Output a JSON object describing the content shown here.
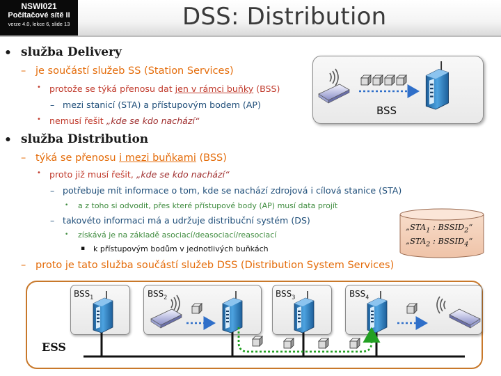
{
  "header": {
    "course_code": "NSWI021",
    "course_name": "Počítačové sítě II",
    "course_meta": "verze 4.0, lekce 6, slide 13",
    "title": "DSS: Distribution"
  },
  "bullets": {
    "b1": "služba Delivery",
    "b1_1": "je součástí služeb SS (Station Services)",
    "b1_1_1_pre": "protože se týká přenosu dat ",
    "b1_1_1_u": "jen v rámci buňky",
    "b1_1_1_post": " (BSS)",
    "b1_1_1_1": "mezi stanicí (STA) a přístupovým bodem (AP)",
    "b1_1_2_pre": "nemusí řešit ",
    "b1_1_2_it": "„kde se kdo nachází“",
    "b2": "služba Distribution",
    "b2_1_pre": "týká se přenosu ",
    "b2_1_u": "i mezi buňkami",
    "b2_1_post": " (BSS)",
    "b2_1_1_pre": "proto již musí řešit, ",
    "b2_1_1_it": "„kde se kdo nachází“",
    "b2_1_1_1": "potřebuje mít informace o tom, kde se nachází zdrojová i cílová stanice (STA)",
    "b2_1_1_1_1": "a z toho si odvodit, přes které přístupové body (AP) musí data projít",
    "b2_1_1_2": "takovéto informaci má a udržuje distribuční systém (DS)",
    "b2_1_1_2_1": "získává je na základě asociací/deasociací/reasociací",
    "b2_1_1_2_1_1": "k přístupovým bodům v jednotlivých buňkách",
    "b2_2": "proto je tato služba součástí služeb DSS (Distribution System Services)"
  },
  "diagram_top": {
    "label": "BSS"
  },
  "ds_table": {
    "row1": "„STA",
    "row1_sub1": "1",
    "row1_mid": " : BSSID",
    "row1_sub2": "2",
    "row1_end": "“",
    "row2": "„STA",
    "row2_sub1": "2",
    "row2_mid": " : BSSID",
    "row2_sub2": "4",
    "row2_end": "“"
  },
  "ess": {
    "label": "ESS",
    "cells": [
      {
        "name": "BSS",
        "sub": "1"
      },
      {
        "name": "BSS",
        "sub": "2"
      },
      {
        "name": "BSS",
        "sub": "3"
      },
      {
        "name": "BSS",
        "sub": "4"
      }
    ]
  },
  "colors": {
    "level2": "#e46c0a",
    "level3": "#c0392b",
    "level4": "#1f4e79",
    "level5": "#3d8b3d",
    "ess_border": "#c8782a",
    "ap_blue": "#2a7fc1",
    "arrow_blue": "#2f6fc9",
    "arrow_green": "#22a022"
  }
}
